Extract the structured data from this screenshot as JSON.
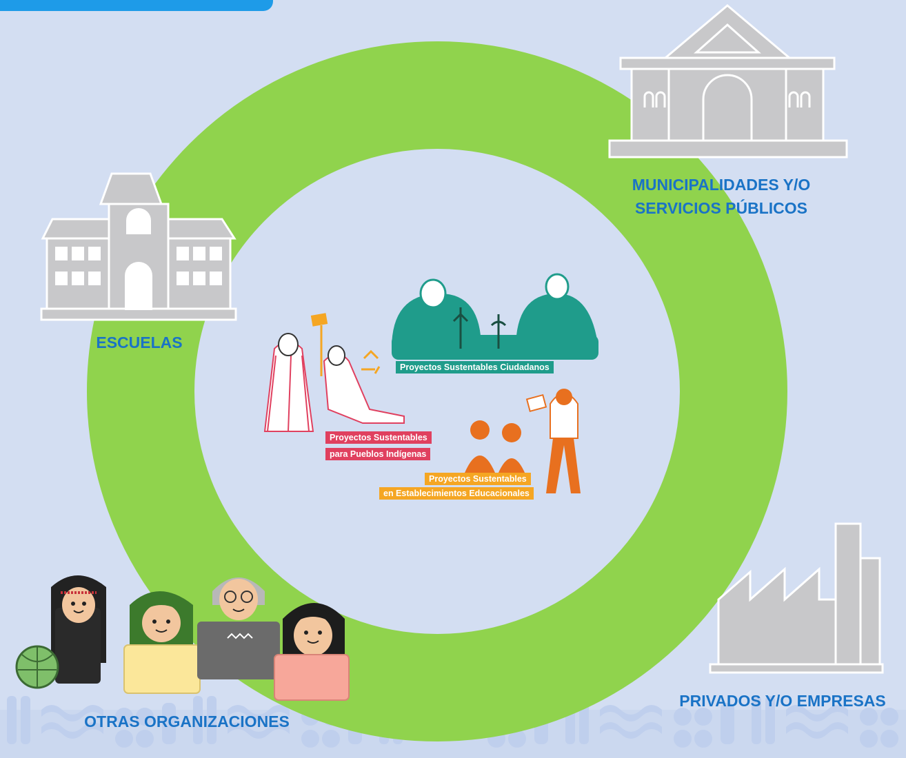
{
  "labels": {
    "municipalidades_line1": "MUNICIPALIDADES Y/O",
    "municipalidades_line2": "SERVICIOS PÚBLICOS",
    "escuelas": "ESCUELAS",
    "privados": "PRIVADOS Y/O EMPRESAS",
    "otras": "OTRAS ORGANIZACIONES"
  },
  "center": {
    "ciudadanos": "Proyectos Sustentables Ciudadanos",
    "indigenas_line1": "Proyectos Sustentables",
    "indigenas_line2": "para Pueblos Indígenas",
    "educacionales_line1": "Proyectos Sustentables",
    "educacionales_line2": "en Establecimientos Educacionales"
  },
  "colors": {
    "background": "#d3def2",
    "ring": "#90d34d",
    "label": "#1a73c6",
    "building": "#c8c8ca",
    "teal": "#1f9c8b",
    "pink": "#e0405f",
    "orange": "#f5a623",
    "accent_tab": "#1e9be8"
  },
  "icons": [
    "government-building-icon",
    "school-building-icon",
    "factory-icon",
    "community-people-icon"
  ]
}
